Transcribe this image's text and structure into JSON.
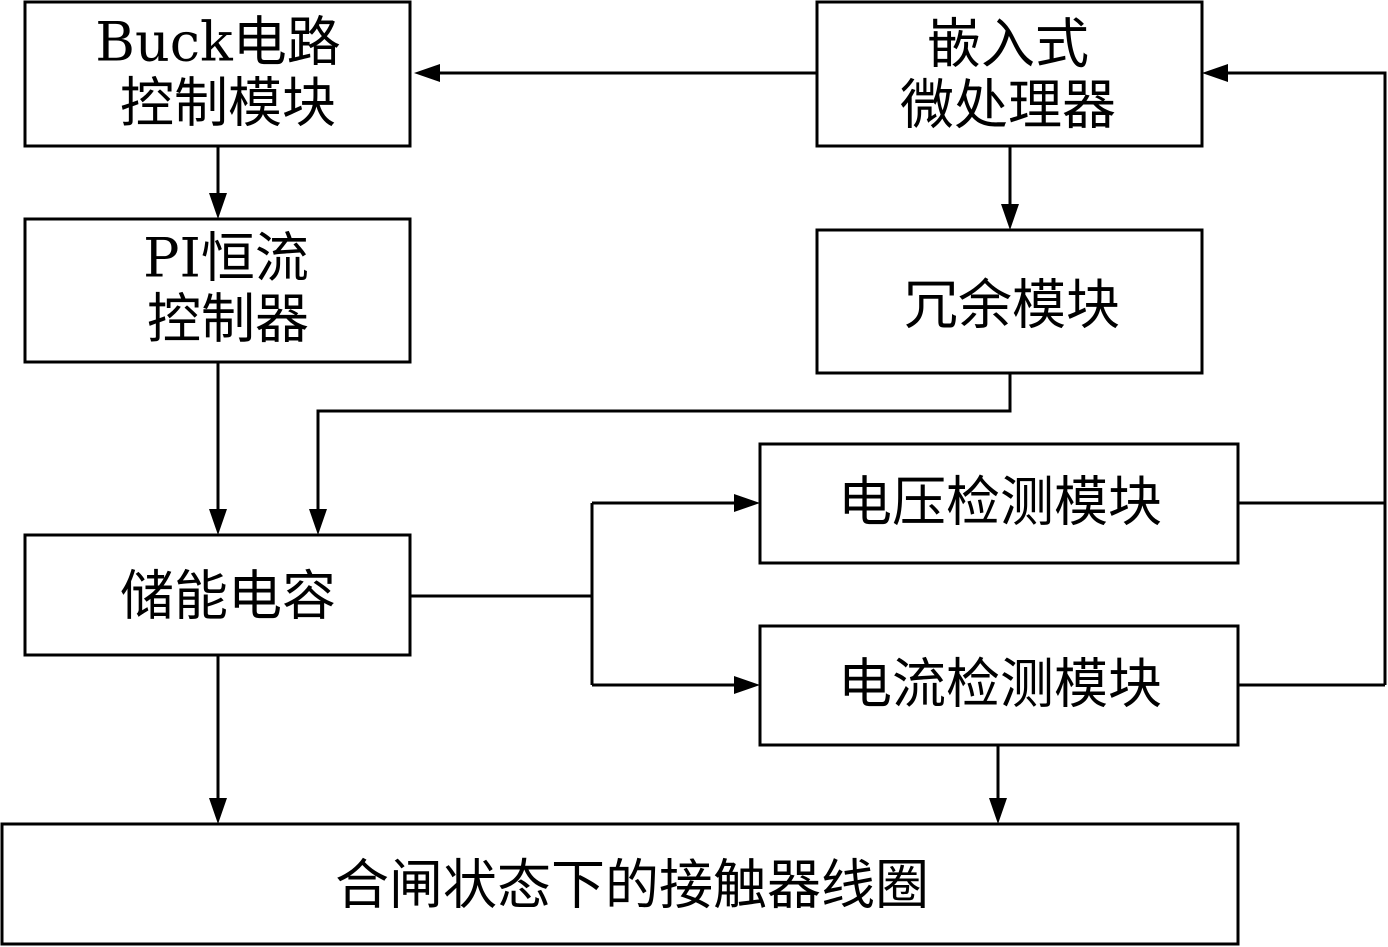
{
  "blocks": {
    "buck_control": {
      "lines": [
        "Buck电路",
        "控制模块"
      ]
    },
    "embedded_mcu": {
      "lines": [
        "嵌入式",
        "微处理器"
      ]
    },
    "pi_controller": {
      "lines": [
        "PI恒流",
        "控制器"
      ]
    },
    "redundancy": {
      "lines": [
        "冗余模块"
      ]
    },
    "energy_capacitor": {
      "lines": [
        "储能电容"
      ]
    },
    "voltage_detect": {
      "lines": [
        "电压检测模块"
      ]
    },
    "current_detect": {
      "lines": [
        "电流检测模块"
      ]
    },
    "contactor_coil": {
      "lines": [
        "合闸状态下的接触器线圈"
      ]
    }
  },
  "connections": [
    {
      "from": "embedded_mcu",
      "to": "buck_control"
    },
    {
      "from": "buck_control",
      "to": "pi_controller"
    },
    {
      "from": "embedded_mcu",
      "to": "redundancy"
    },
    {
      "from": "pi_controller",
      "to": "energy_capacitor"
    },
    {
      "from": "redundancy",
      "to": "energy_capacitor"
    },
    {
      "from": "energy_capacitor",
      "to": "voltage_detect"
    },
    {
      "from": "energy_capacitor",
      "to": "current_detect"
    },
    {
      "from": "voltage_detect",
      "to": "embedded_mcu"
    },
    {
      "from": "current_detect",
      "to": "embedded_mcu"
    },
    {
      "from": "energy_capacitor",
      "to": "contactor_coil"
    },
    {
      "from": "current_detect",
      "to": "contactor_coil"
    }
  ]
}
